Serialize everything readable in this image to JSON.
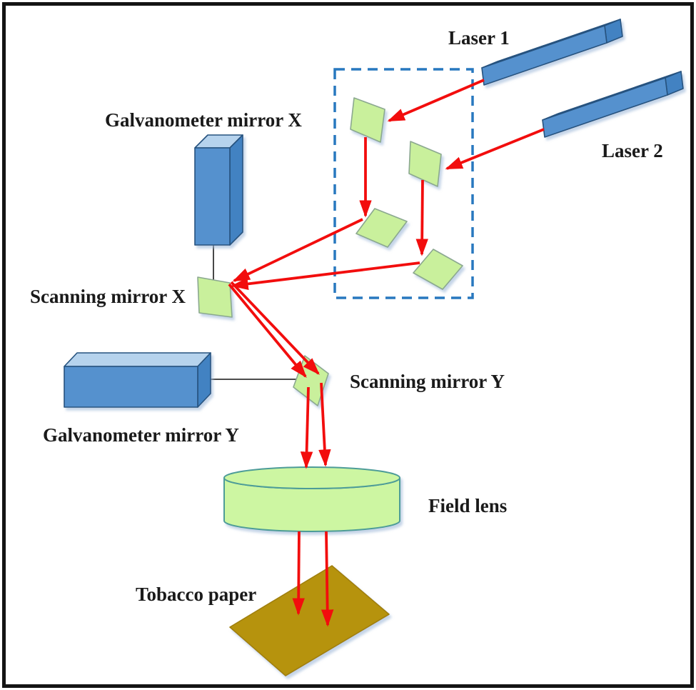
{
  "labels": {
    "laser1": "Laser 1",
    "laser2": "Laser 2",
    "galvanometer_x": "Galvanometer mirror X",
    "scanning_x": "Scanning mirror X",
    "scanning_y": "Scanning mirror Y",
    "galvanometer_y": "Galvanometer mirror Y",
    "field_lens": "Field lens",
    "tobacco_paper": "Tobacco paper"
  },
  "colors": {
    "frame": "#141414",
    "dashed_box": "#2878bf",
    "connector": "#333333",
    "box_front": "#5591ce",
    "box_top": "#b6d3ed",
    "box_side": "#4282c2",
    "box_stroke": "#27527f",
    "mirror_fill": "#c9f09c",
    "mirror_stroke": "#8ba88f",
    "lens_fill": "#cdf6a2",
    "lens_stroke": "#4d9c98",
    "paper_fill": "#b69310",
    "paper_stroke": "#a07f0a",
    "beam": "#f20d0d",
    "text_color": "#1a1a1a"
  }
}
